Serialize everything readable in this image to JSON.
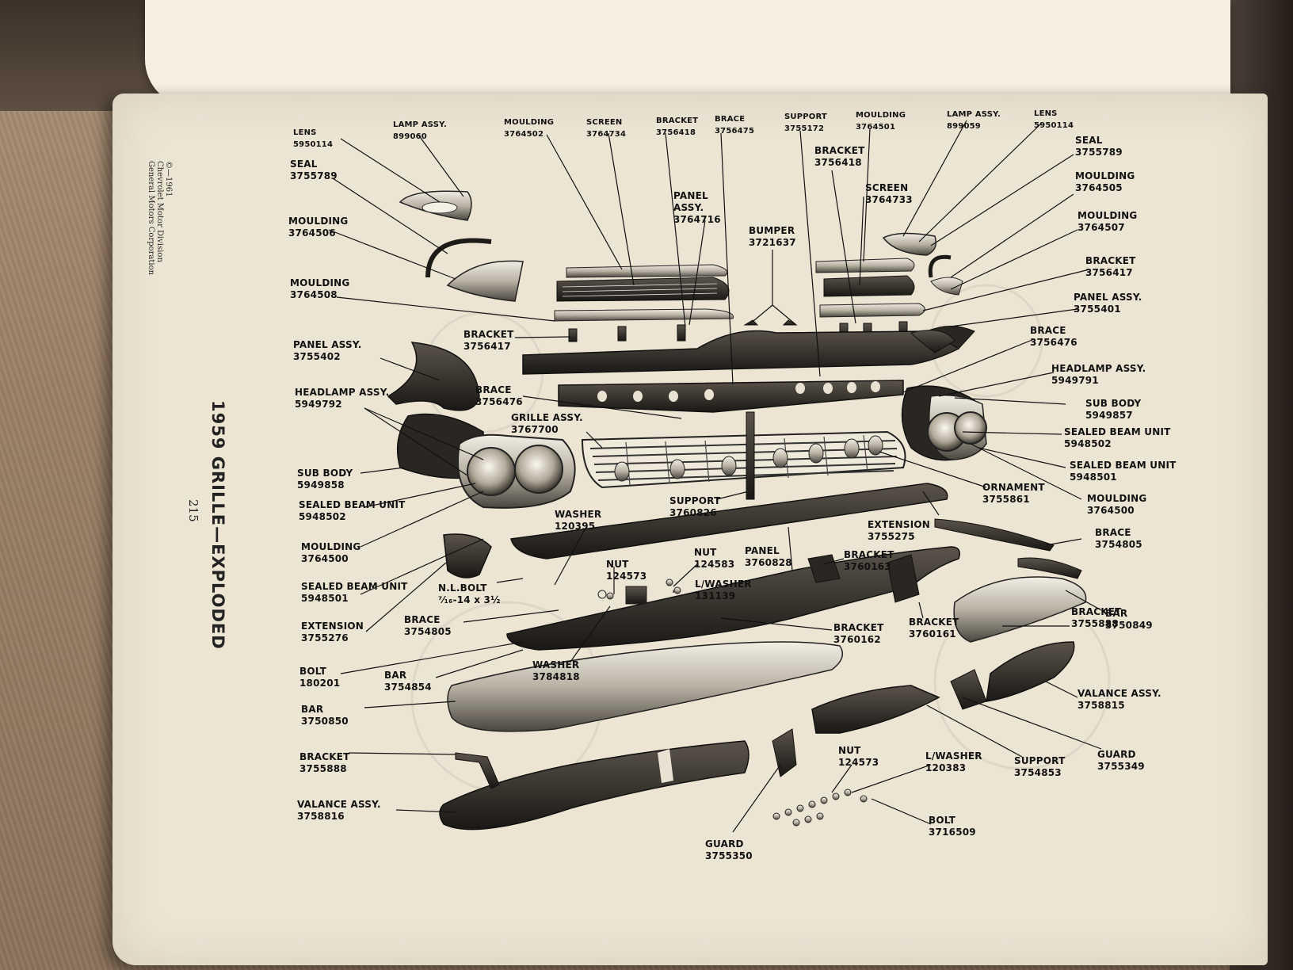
{
  "page": {
    "title": "1959 GRILLE—EXPLODED",
    "page_number": "215",
    "copyright": [
      "©—1961",
      "Chevrolet Motor Division",
      "General Motors Corporation"
    ]
  },
  "callouts": [
    {
      "id": "lens-l",
      "name": "LENS",
      "part": "5950114"
    },
    {
      "id": "lamp-l",
      "name": "LAMP ASSY.",
      "part": "899060"
    },
    {
      "id": "moulding-3764502",
      "name": "MOULDING",
      "part": "3764502"
    },
    {
      "id": "screen-3764734",
      "name": "SCREEN",
      "part": "3764734"
    },
    {
      "id": "bracket-3756418-top",
      "name": "BRACKET",
      "part": "3756418"
    },
    {
      "id": "brace-3756475",
      "name": "BRACE",
      "part": "3756475"
    },
    {
      "id": "support-3755172",
      "name": "SUPPORT",
      "part": "3755172"
    },
    {
      "id": "moulding-3764501",
      "name": "MOULDING",
      "part": "3764501"
    },
    {
      "id": "lamp-r",
      "name": "LAMP ASSY.",
      "part": "899059"
    },
    {
      "id": "lens-r",
      "name": "LENS",
      "part": "5950114"
    },
    {
      "id": "seal-l",
      "name": "SEAL",
      "part": "3755789"
    },
    {
      "id": "seal-r",
      "name": "SEAL",
      "part": "3755789"
    },
    {
      "id": "bracket-3756418-mid",
      "name": "BRACKET",
      "part": "3756418"
    },
    {
      "id": "screen-3764733",
      "name": "SCREEN",
      "part": "3764733"
    },
    {
      "id": "panel-3764716",
      "name": "PANEL\nASSY.",
      "part": "3764716"
    },
    {
      "id": "moulding-3764505",
      "name": "MOULDING",
      "part": "3764505"
    },
    {
      "id": "moulding-3764506",
      "name": "MOULDING",
      "part": "3764506"
    },
    {
      "id": "bumper-3721637",
      "name": "BUMPER",
      "part": "3721637"
    },
    {
      "id": "moulding-3764507",
      "name": "MOULDING",
      "part": "3764507"
    },
    {
      "id": "moulding-3764508",
      "name": "MOULDING",
      "part": "3764508"
    },
    {
      "id": "bracket-3756417-r",
      "name": "BRACKET",
      "part": "3756417"
    },
    {
      "id": "panel-3755401",
      "name": "PANEL ASSY.",
      "part": "3755401"
    },
    {
      "id": "bracket-3756417-l",
      "name": "BRACKET",
      "part": "3756417"
    },
    {
      "id": "panel-3755402",
      "name": "PANEL ASSY.",
      "part": "3755402"
    },
    {
      "id": "brace-3756476-r",
      "name": "BRACE",
      "part": "3756476"
    },
    {
      "id": "headlamp-5949791",
      "name": "HEADLAMP ASSY.",
      "part": "5949791"
    },
    {
      "id": "headlamp-5949792",
      "name": "HEADLAMP ASSY.",
      "part": "5949792"
    },
    {
      "id": "brace-3756476-l",
      "name": "BRACE",
      "part": "3756476"
    },
    {
      "id": "grille-3767700",
      "name": "GRILLE ASSY.",
      "part": "3767700"
    },
    {
      "id": "subbody-5949857",
      "name": "SUB BODY",
      "part": "5949857"
    },
    {
      "id": "sealed-5948502-r",
      "name": "SEALED BEAM UNIT",
      "part": "5948502"
    },
    {
      "id": "sealed-5948501-r",
      "name": "SEALED BEAM UNIT",
      "part": "5948501"
    },
    {
      "id": "subbody-5949858",
      "name": "SUB BODY",
      "part": "5949858"
    },
    {
      "id": "ornament-3755861",
      "name": "ORNAMENT",
      "part": "3755861"
    },
    {
      "id": "sealed-5948502-l",
      "name": "SEALED BEAM UNIT",
      "part": "5948502"
    },
    {
      "id": "support-3760826",
      "name": "SUPPORT",
      "part": "3760826"
    },
    {
      "id": "moulding-3764500-r",
      "name": "MOULDING",
      "part": "3764500"
    },
    {
      "id": "washer-120395",
      "name": "WASHER",
      "part": "120395"
    },
    {
      "id": "extension-3755275",
      "name": "EXTENSION",
      "part": "3755275"
    },
    {
      "id": "brace-3754805-r",
      "name": "BRACE",
      "part": "3754805"
    },
    {
      "id": "moulding-3764500-l",
      "name": "MOULDING",
      "part": "3764500"
    },
    {
      "id": "nut-124583",
      "name": "NUT",
      "part": "124583"
    },
    {
      "id": "nut-124573-top",
      "name": "NUT",
      "part": "124573"
    },
    {
      "id": "panel-3760828",
      "name": "PANEL",
      "part": "3760828"
    },
    {
      "id": "bracket-3760163",
      "name": "BRACKET",
      "part": "3760163"
    },
    {
      "id": "nlbolt",
      "name": "N.L.BOLT",
      "part": "⁷⁄₁₆-14 x 3½"
    },
    {
      "id": "lwasher-131139",
      "name": "L/WASHER",
      "part": "131139"
    },
    {
      "id": "sealed-5948501-l",
      "name": "SEALED BEAM UNIT",
      "part": "5948501"
    },
    {
      "id": "brace-3754805-l",
      "name": "BRACE",
      "part": "3754805"
    },
    {
      "id": "extension-3755276",
      "name": "EXTENSION",
      "part": "3755276"
    },
    {
      "id": "bracket-3760162",
      "name": "BRACKET",
      "part": "3760162"
    },
    {
      "id": "bracket-3760161",
      "name": "BRACKET",
      "part": "3760161"
    },
    {
      "id": "bracket-3755888-r",
      "name": "BRACKET",
      "part": "3755888"
    },
    {
      "id": "bar-3750849",
      "name": "BAR",
      "part": "3750849"
    },
    {
      "id": "washer-3784818",
      "name": "WASHER",
      "part": "3784818"
    },
    {
      "id": "bolt-180201",
      "name": "BOLT",
      "part": "180201"
    },
    {
      "id": "bar-3754854",
      "name": "BAR",
      "part": "3754854"
    },
    {
      "id": "valance-3758815",
      "name": "VALANCE ASSY.",
      "part": "3758815"
    },
    {
      "id": "bar-3750850",
      "name": "BAR",
      "part": "3750850"
    },
    {
      "id": "nut-124573-bot",
      "name": "NUT",
      "part": "124573"
    },
    {
      "id": "lwasher-120383",
      "name": "L/WASHER",
      "part": "120383"
    },
    {
      "id": "support-3754853",
      "name": "SUPPORT",
      "part": "3754853"
    },
    {
      "id": "guard-3755349",
      "name": "GUARD",
      "part": "3755349"
    },
    {
      "id": "bracket-3755888-l",
      "name": "BRACKET",
      "part": "3755888"
    },
    {
      "id": "valance-3758816",
      "name": "VALANCE ASSY.",
      "part": "3758816"
    },
    {
      "id": "bolt-3716509",
      "name": "BOLT",
      "part": "3716509"
    },
    {
      "id": "guard-3755350",
      "name": "GUARD",
      "part": "3755350"
    }
  ]
}
